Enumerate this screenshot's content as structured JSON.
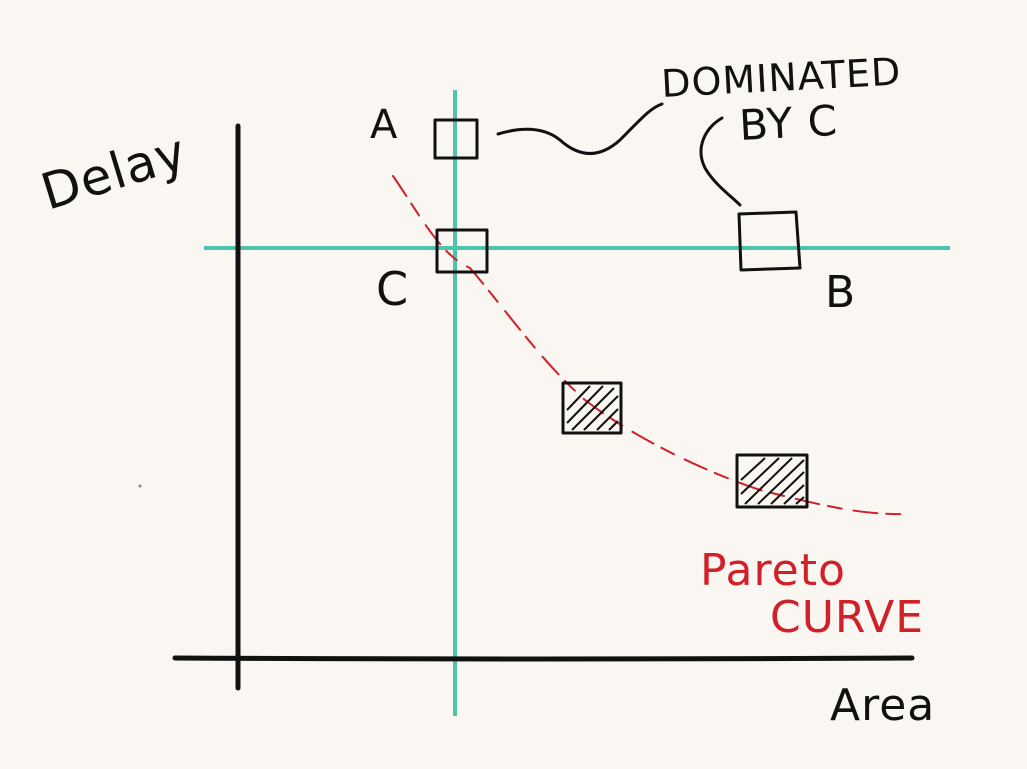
{
  "axes": {
    "x_label": "Area",
    "y_label": "Delay"
  },
  "points": {
    "a": {
      "label": "A",
      "style": "hollow",
      "note": "dominated"
    },
    "b": {
      "label": "B",
      "style": "hollow",
      "note": "dominated"
    },
    "c": {
      "label": "C",
      "style": "filled",
      "note": "pareto-optimal"
    },
    "p4": {
      "label": "",
      "style": "filled",
      "note": "pareto-optimal"
    },
    "p5": {
      "label": "",
      "style": "filled",
      "note": "pareto-optimal"
    }
  },
  "annotations": {
    "dominated_line1": "DOMINATED",
    "dominated_line2": "BY C",
    "pareto_line1": "Pareto",
    "pareto_line2": "CURVE"
  },
  "colors": {
    "ink": "#111111",
    "guide": "#4fc4ad",
    "pareto": "#d0202a",
    "paper": "#faf6f1"
  }
}
